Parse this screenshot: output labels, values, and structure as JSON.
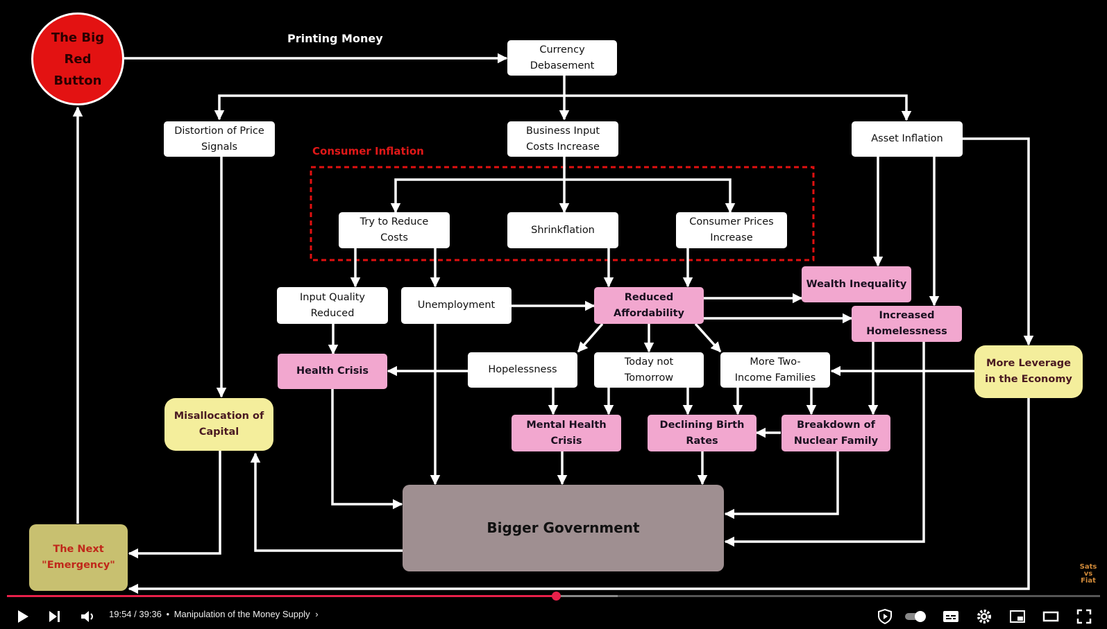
{
  "diagram": {
    "nodes": {
      "red_button": [
        "The Big",
        "Red",
        "Button"
      ],
      "currency_debasement": [
        "Currency",
        "Debasement"
      ],
      "distortion": [
        "Distortion of Price",
        "Signals"
      ],
      "business_input": [
        "Business Input",
        "Costs Increase"
      ],
      "asset_inflation": [
        "Asset Inflation"
      ],
      "try_reduce": [
        "Try to Reduce",
        "Costs"
      ],
      "shrinkflation": [
        "Shrinkflation"
      ],
      "consumer_prices": [
        "Consumer Prices",
        "Increase"
      ],
      "wealth_inequality": [
        "Wealth Inequality"
      ],
      "input_quality": [
        "Input Quality",
        "Reduced"
      ],
      "unemployment": [
        "Unemployment"
      ],
      "reduced_affordability": [
        "Reduced",
        "Affordability"
      ],
      "increased_homelessness": [
        "Increased",
        "Homelessness"
      ],
      "health_crisis": [
        "Health Crisis"
      ],
      "hopelessness": [
        "Hopelessness"
      ],
      "today_not_tomorrow": [
        "Today not",
        "Tomorrow"
      ],
      "two_income": [
        "More Two-",
        "Income Families"
      ],
      "more_leverage": [
        "More Leverage",
        "in the Economy"
      ],
      "misallocation": [
        "Misallocation of",
        "Capital"
      ],
      "mental_health": [
        "Mental Health",
        "Crisis"
      ],
      "declining_birth": [
        "Declining Birth",
        "Rates"
      ],
      "nuclear_family": [
        "Breakdown of",
        "Nuclear Family"
      ],
      "bigger_government": [
        "Bigger Government"
      ],
      "next_emergency": [
        "The Next",
        "\"Emergency\""
      ]
    },
    "labels": {
      "printing_money": "Printing Money",
      "consumer_inflation": "Consumer Inflation"
    },
    "colors": {
      "white_node": "#ffffff",
      "pink_node": "#f2a7cf",
      "yellow_node": "#f4ee9c",
      "government": "#9f8f91",
      "emergency": "#c8c070",
      "red_button": "#e31212",
      "dashed_box": "#e01010"
    }
  },
  "watermark": [
    "Sats",
    "vs",
    "Fiat"
  ],
  "player": {
    "time": "19:54 / 39:36",
    "separator": "•",
    "chapter": "Manipulation of the Money Supply",
    "progress_fraction": 0.5025
  }
}
